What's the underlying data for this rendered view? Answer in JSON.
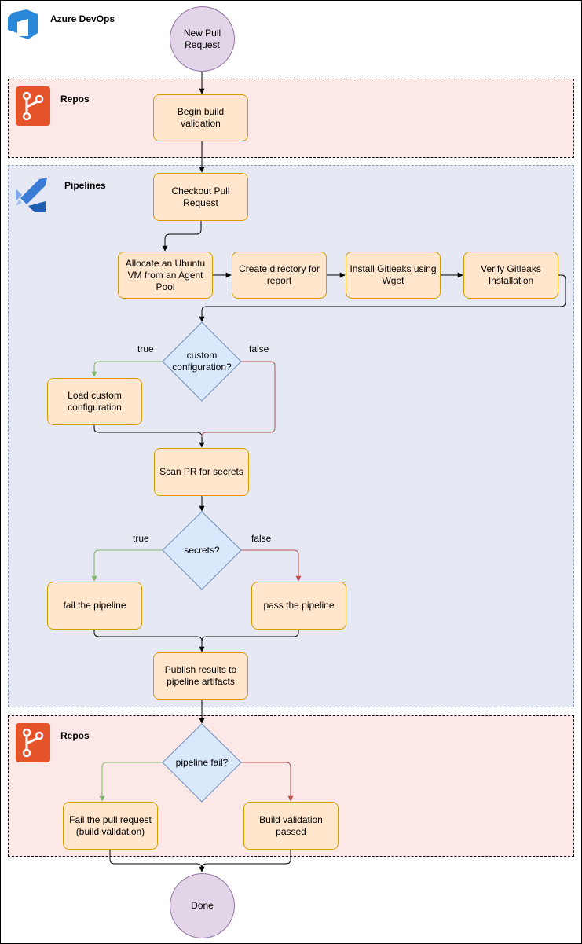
{
  "app": {
    "title": "Azure DevOps"
  },
  "lanes": {
    "repos_top": {
      "title": "Repos"
    },
    "pipelines": {
      "title": "Pipelines"
    },
    "repos_bottom": {
      "title": "Repos"
    }
  },
  "nodes": {
    "new_pr": "New Pull Request",
    "begin_build": "Begin build validation",
    "checkout": "Checkout Pull Request",
    "allocate_vm": "Allocate an Ubuntu VM from an Agent Pool",
    "create_dir": "Create directory for report",
    "install_gitleaks": "Install Gitleaks using Wget",
    "verify_gitleaks": "Verify Gitleaks Installation",
    "custom_config_decision": "custom configuration?",
    "load_custom": "Load custom configuration",
    "scan_pr": "Scan PR for secrets",
    "secrets_decision": "secrets?",
    "fail_pipeline": "fail the pipeline",
    "pass_pipeline": "pass the pipeline",
    "publish_results": "Publish results to pipeline artifacts",
    "pipeline_fail_decision": "pipeline fail?",
    "fail_pr": "Fail the pull request (build validation)",
    "build_passed": "Build validation passed",
    "done": "Done"
  },
  "edge_labels": {
    "custom_true": "true",
    "custom_false": "false",
    "secrets_true": "true",
    "secrets_false": "false"
  },
  "colors": {
    "task_fill": "#ffe6cc",
    "task_stroke": "#d79b00",
    "terminal_fill": "#e1d5e7",
    "decision_fill": "#dae8fc",
    "decision_stroke": "#6c8ebf",
    "true_edge": "#82b366",
    "false_edge": "#b85450",
    "repos_lane": "#fde8e8",
    "pipelines_lane": "#e6e9f4"
  },
  "icons": [
    "azure-devops-icon",
    "repos-icon",
    "pipelines-icon"
  ]
}
